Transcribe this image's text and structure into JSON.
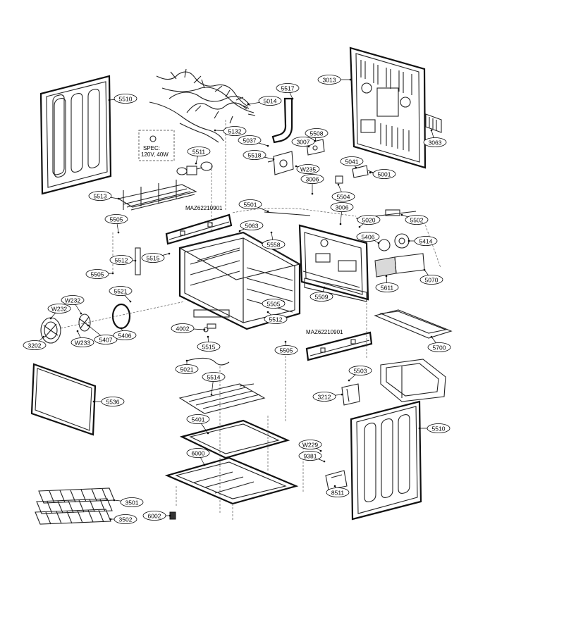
{
  "diagram": {
    "callouts": [
      {
        "id": "c-5510a",
        "label": "5510"
      },
      {
        "id": "c-5014",
        "label": "5014"
      },
      {
        "id": "c-5517",
        "label": "5517"
      },
      {
        "id": "c-3013",
        "label": "3013"
      },
      {
        "id": "c-5132",
        "label": "5132"
      },
      {
        "id": "c-5037",
        "label": "5037"
      },
      {
        "id": "c-5508",
        "label": "5508"
      },
      {
        "id": "c-3007",
        "label": "3007"
      },
      {
        "id": "c-3063",
        "label": "3063"
      },
      {
        "id": "c-5511",
        "label": "5511"
      },
      {
        "id": "c-5518",
        "label": "5518"
      },
      {
        "id": "c-w235",
        "label": "W235"
      },
      {
        "id": "c-5041",
        "label": "5041"
      },
      {
        "id": "c-5001",
        "label": "5001"
      },
      {
        "id": "c-3006a",
        "label": "3006"
      },
      {
        "id": "c-5513",
        "label": "5513"
      },
      {
        "id": "c-5504",
        "label": "5504"
      },
      {
        "id": "c-5501",
        "label": "5501"
      },
      {
        "id": "c-3006b",
        "label": "3006"
      },
      {
        "id": "c-5505a",
        "label": "5505"
      },
      {
        "id": "c-5020",
        "label": "5020"
      },
      {
        "id": "c-5502",
        "label": "5502"
      },
      {
        "id": "c-5063",
        "label": "5063"
      },
      {
        "id": "c-5406",
        "label": "5406"
      },
      {
        "id": "c-5414",
        "label": "5414"
      },
      {
        "id": "c-5558",
        "label": "5558"
      },
      {
        "id": "c-5512a",
        "label": "5512"
      },
      {
        "id": "c-5515a",
        "label": "5515"
      },
      {
        "id": "c-5505b",
        "label": "5505"
      },
      {
        "id": "c-5070",
        "label": "5070"
      },
      {
        "id": "c-5611",
        "label": "5611"
      },
      {
        "id": "c-5521",
        "label": "5521"
      },
      {
        "id": "c-5509",
        "label": "5509"
      },
      {
        "id": "c-w232a",
        "label": "W232"
      },
      {
        "id": "c-5505c",
        "label": "5505"
      },
      {
        "id": "c-w232b",
        "label": "W232"
      },
      {
        "id": "c-5512b",
        "label": "5512"
      },
      {
        "id": "c-4002",
        "label": "4002"
      },
      {
        "id": "c-w233",
        "label": "W233"
      },
      {
        "id": "c-5407",
        "label": "5407"
      },
      {
        "id": "c-5406b",
        "label": "5406"
      },
      {
        "id": "c-3202",
        "label": "3202"
      },
      {
        "id": "c-5515b",
        "label": "5515"
      },
      {
        "id": "c-5505d",
        "label": "5505"
      },
      {
        "id": "c-5700",
        "label": "5700"
      },
      {
        "id": "c-5021",
        "label": "5021"
      },
      {
        "id": "c-5503",
        "label": "5503"
      },
      {
        "id": "c-5514",
        "label": "5514"
      },
      {
        "id": "c-3212",
        "label": "3212"
      },
      {
        "id": "c-5536",
        "label": "5536"
      },
      {
        "id": "c-5401",
        "label": "5401"
      },
      {
        "id": "c-5510b",
        "label": "5510"
      },
      {
        "id": "c-w229",
        "label": "W229"
      },
      {
        "id": "c-6000",
        "label": "6000"
      },
      {
        "id": "c-9381",
        "label": "9381"
      },
      {
        "id": "c-8511",
        "label": "8511"
      },
      {
        "id": "c-3501",
        "label": "3501"
      },
      {
        "id": "c-6002",
        "label": "6002"
      },
      {
        "id": "c-3502",
        "label": "3502"
      }
    ],
    "spec_line1": "SPEC:",
    "spec_line2": "120V, 40W",
    "maz_label_1": "MAZ62210901",
    "maz_label_2": "MAZ62210901"
  }
}
